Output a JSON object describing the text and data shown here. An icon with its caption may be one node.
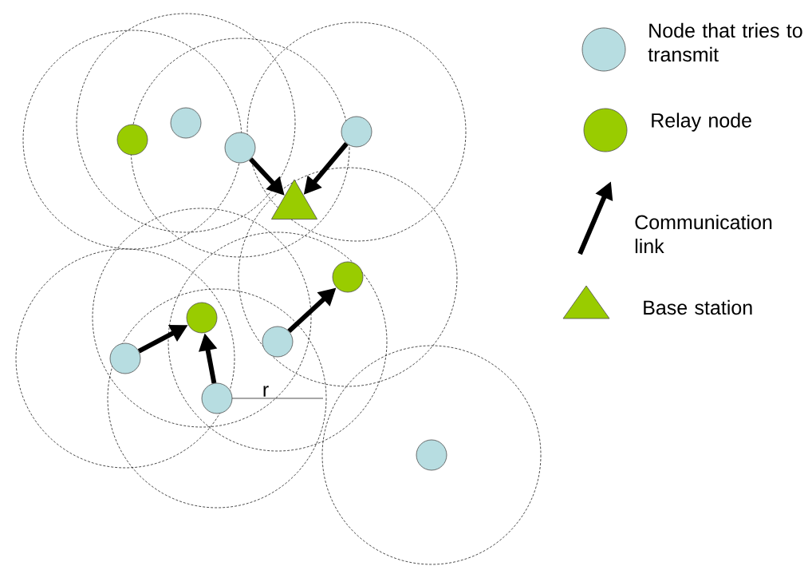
{
  "diagram": {
    "nodes": [
      {
        "text": [],
        "shape": "circle"
      },
      {
        "text": [],
        "shape": "circle"
      },
      {
        "text": [],
        "shape": "circle"
      },
      {
        "text": [],
        "shape": "circle"
      },
      {
        "text": [],
        "shape": "triangle"
      },
      {
        "text": [],
        "shape": "circle"
      },
      {
        "text": [],
        "shape": "circle"
      },
      {
        "text": [],
        "shape": "circle"
      },
      {
        "text": [],
        "shape": "circle"
      },
      {
        "text": [],
        "shape": "circle"
      },
      {
        "text": [],
        "shape": "circle"
      }
    ],
    "edges": [
      {
        "from": 2,
        "to": 4,
        "arrow": "to"
      },
      {
        "from": 3,
        "to": 4,
        "arrow": "to"
      },
      {
        "from": 6,
        "to": 5,
        "arrow": "to"
      },
      {
        "from": 8,
        "to": 7,
        "arrow": "to"
      },
      {
        "from": 9,
        "to": 7,
        "arrow": "to"
      }
    ],
    "labels": [
      "r"
    ],
    "legend": [
      {
        "text": "Node that tries to transmit",
        "color": "#b7dde1"
      },
      {
        "text": "Relay node",
        "color": "#99cc00"
      },
      {
        "text": "Communication link"
      },
      {
        "text": "Base station",
        "color": "#99cc00"
      }
    ]
  }
}
